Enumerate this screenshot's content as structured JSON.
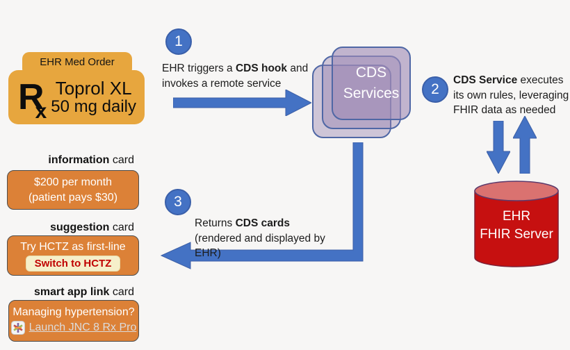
{
  "med_order": {
    "label": "EHR Med Order",
    "rx_r": "R",
    "rx_x": "x",
    "drug": "Toprol XL",
    "dose": "50 mg daily"
  },
  "steps": {
    "one": {
      "number": "1",
      "line1_pre": "EHR triggers a ",
      "line1_bold": "CDS hook",
      "line1_post": " and",
      "line2": "invokes a remote service"
    },
    "two": {
      "number": "2",
      "line1_bold": "CDS Service",
      "line1_post": " executes",
      "line2": "its own rules, leveraging",
      "line3": "FHIR data as needed"
    },
    "three": {
      "number": "3",
      "line1_pre": "Returns ",
      "line1_bold": "CDS cards",
      "line2": "(rendered and displayed by EHR)"
    }
  },
  "cds_services": {
    "line1": "CDS",
    "line2": "Services"
  },
  "fhir_server": {
    "line1": "EHR",
    "line2": "FHIR Server"
  },
  "cards": {
    "information": {
      "label_bold": "information",
      "label_rest": " card",
      "line1": "$200 per month",
      "line2": "(patient pays $30)"
    },
    "suggestion": {
      "label_bold": "suggestion",
      "label_rest": " card",
      "text": "Try HCTZ as first-line",
      "button": "Switch to HCTZ"
    },
    "smart_app": {
      "label_bold": "smart app link",
      "label_rest": " card",
      "text": "Managing hypertension?",
      "link": "Launch JNC 8 Rx Pro",
      "icon": "jnc8-app-icon"
    }
  },
  "colors": {
    "arrow_blue": "#4472C4",
    "circle_blue": "#4472C4",
    "med_order_gold": "#E7A63E",
    "card_orange": "#DC8137",
    "cylinder_red": "#C61010",
    "cylinder_top": "#DA7270",
    "button_cream": "#F6EFCA",
    "button_text_red": "#C00000",
    "link_gray": "#DCDCDC",
    "cds_stack_purple": "#B3A2C7"
  }
}
